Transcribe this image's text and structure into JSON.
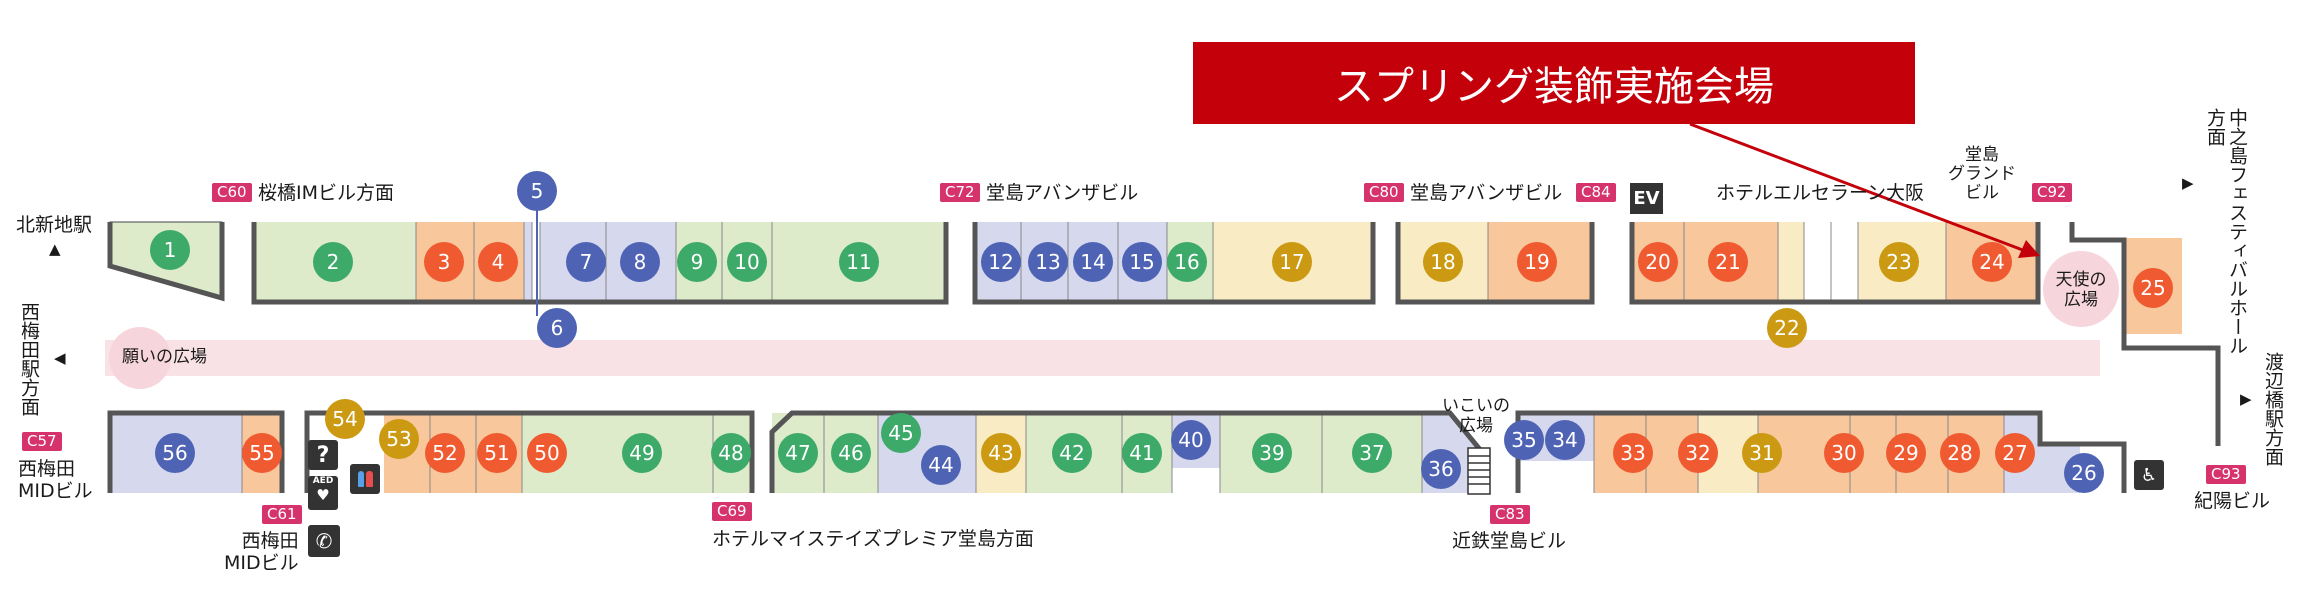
{
  "banner": "スプリング装飾実施会場",
  "ev_label": "EV",
  "colors": {
    "green": "#3daa6a",
    "orange": "#f05a30",
    "blue": "#4f63b4",
    "gold": "#cc9a12",
    "pink_badge": "#d6336c",
    "banner_red": "#c4000b",
    "corridor": "#f9e2e6"
  },
  "destinations": {
    "kitashinchi": "北新地駅",
    "sakurabashi": "桜橋IMビル方面",
    "dojima_avanza_1": "堂島アバンザビル",
    "dojima_avanza_2": "堂島アバンザビル",
    "hotel_elcerrano": "ホテルエルセラーン大阪",
    "dojima_grand": "堂島\nグランド\nビル",
    "nakanoshima": "中之島フェスティバルホール方面",
    "nishiumeda": "西梅田駅方面",
    "watanabebashi": "渡辺橋駅方面",
    "nishiumeda_mid_1": "西梅田\nMIDビル",
    "nishiumeda_mid_2": "西梅田\nMIDビル",
    "hotel_mystays": "ホテルマイステイズプレミア堂島方面",
    "kintetsu_dojima": "近鉄堂島ビル",
    "kiyo": "紀陽ビル"
  },
  "exits": [
    "C60",
    "C72",
    "C80",
    "C84",
    "C92",
    "C57",
    "C61",
    "C69",
    "C83",
    "C93"
  ],
  "plazas": {
    "negai": "願いの広場",
    "tenshi": "天使の\n広場",
    "ikoi": "いこいの\n広場"
  },
  "shops": [
    {
      "n": "1",
      "c": "green"
    },
    {
      "n": "2",
      "c": "green"
    },
    {
      "n": "3",
      "c": "orange"
    },
    {
      "n": "4",
      "c": "orange"
    },
    {
      "n": "5",
      "c": "blue"
    },
    {
      "n": "6",
      "c": "blue"
    },
    {
      "n": "7",
      "c": "blue"
    },
    {
      "n": "8",
      "c": "blue"
    },
    {
      "n": "9",
      "c": "green"
    },
    {
      "n": "10",
      "c": "green"
    },
    {
      "n": "11",
      "c": "green"
    },
    {
      "n": "12",
      "c": "blue"
    },
    {
      "n": "13",
      "c": "blue"
    },
    {
      "n": "14",
      "c": "blue"
    },
    {
      "n": "15",
      "c": "blue"
    },
    {
      "n": "16",
      "c": "green"
    },
    {
      "n": "17",
      "c": "gold"
    },
    {
      "n": "18",
      "c": "gold"
    },
    {
      "n": "19",
      "c": "orange"
    },
    {
      "n": "20",
      "c": "orange"
    },
    {
      "n": "21",
      "c": "orange"
    },
    {
      "n": "22",
      "c": "gold"
    },
    {
      "n": "23",
      "c": "gold"
    },
    {
      "n": "24",
      "c": "orange"
    },
    {
      "n": "25",
      "c": "orange"
    },
    {
      "n": "26",
      "c": "blue"
    },
    {
      "n": "27",
      "c": "orange"
    },
    {
      "n": "28",
      "c": "orange"
    },
    {
      "n": "29",
      "c": "orange"
    },
    {
      "n": "30",
      "c": "orange"
    },
    {
      "n": "31",
      "c": "gold"
    },
    {
      "n": "32",
      "c": "orange"
    },
    {
      "n": "33",
      "c": "orange"
    },
    {
      "n": "34",
      "c": "blue"
    },
    {
      "n": "35",
      "c": "blue"
    },
    {
      "n": "36",
      "c": "blue"
    },
    {
      "n": "37",
      "c": "green"
    },
    {
      "n": "39",
      "c": "green"
    },
    {
      "n": "40",
      "c": "blue"
    },
    {
      "n": "41",
      "c": "green"
    },
    {
      "n": "42",
      "c": "green"
    },
    {
      "n": "43",
      "c": "gold"
    },
    {
      "n": "44",
      "c": "blue"
    },
    {
      "n": "45",
      "c": "green"
    },
    {
      "n": "46",
      "c": "green"
    },
    {
      "n": "47",
      "c": "green"
    },
    {
      "n": "48",
      "c": "green"
    },
    {
      "n": "49",
      "c": "green"
    },
    {
      "n": "50",
      "c": "orange"
    },
    {
      "n": "51",
      "c": "orange"
    },
    {
      "n": "52",
      "c": "orange"
    },
    {
      "n": "53",
      "c": "gold"
    },
    {
      "n": "54",
      "c": "gold"
    },
    {
      "n": "55",
      "c": "orange"
    },
    {
      "n": "56",
      "c": "blue"
    }
  ],
  "facility_icons": [
    "info-icon",
    "aed-icon",
    "restroom-icon",
    "phone-icon",
    "accessible-restroom-icon",
    "stairs-icon"
  ],
  "aed_text": "AED"
}
